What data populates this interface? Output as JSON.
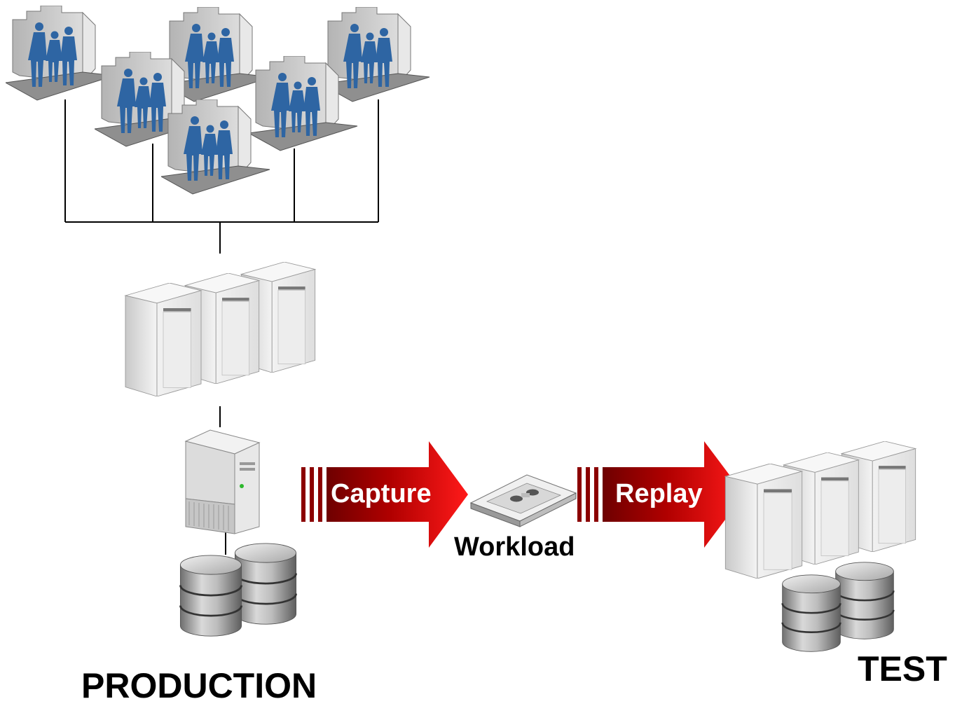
{
  "labels": {
    "capture": "Capture",
    "replay": "Replay",
    "workload": "Workload",
    "production": "PRODUCTION",
    "test": "TEST"
  },
  "colors": {
    "arrow_dark": "#8b0000",
    "arrow_bright": "#ee1111",
    "people": "#2f64a0",
    "room": "#c8c8c8",
    "floor": "#8c8c8c",
    "server": "#d4d4d4",
    "disk": "#9a9a9a"
  },
  "icons": [
    "user-group-icon",
    "app-server-icon",
    "database-server-icon",
    "database-disk-icon",
    "workload-file-icon",
    "capture-arrow-icon",
    "replay-arrow-icon"
  ]
}
